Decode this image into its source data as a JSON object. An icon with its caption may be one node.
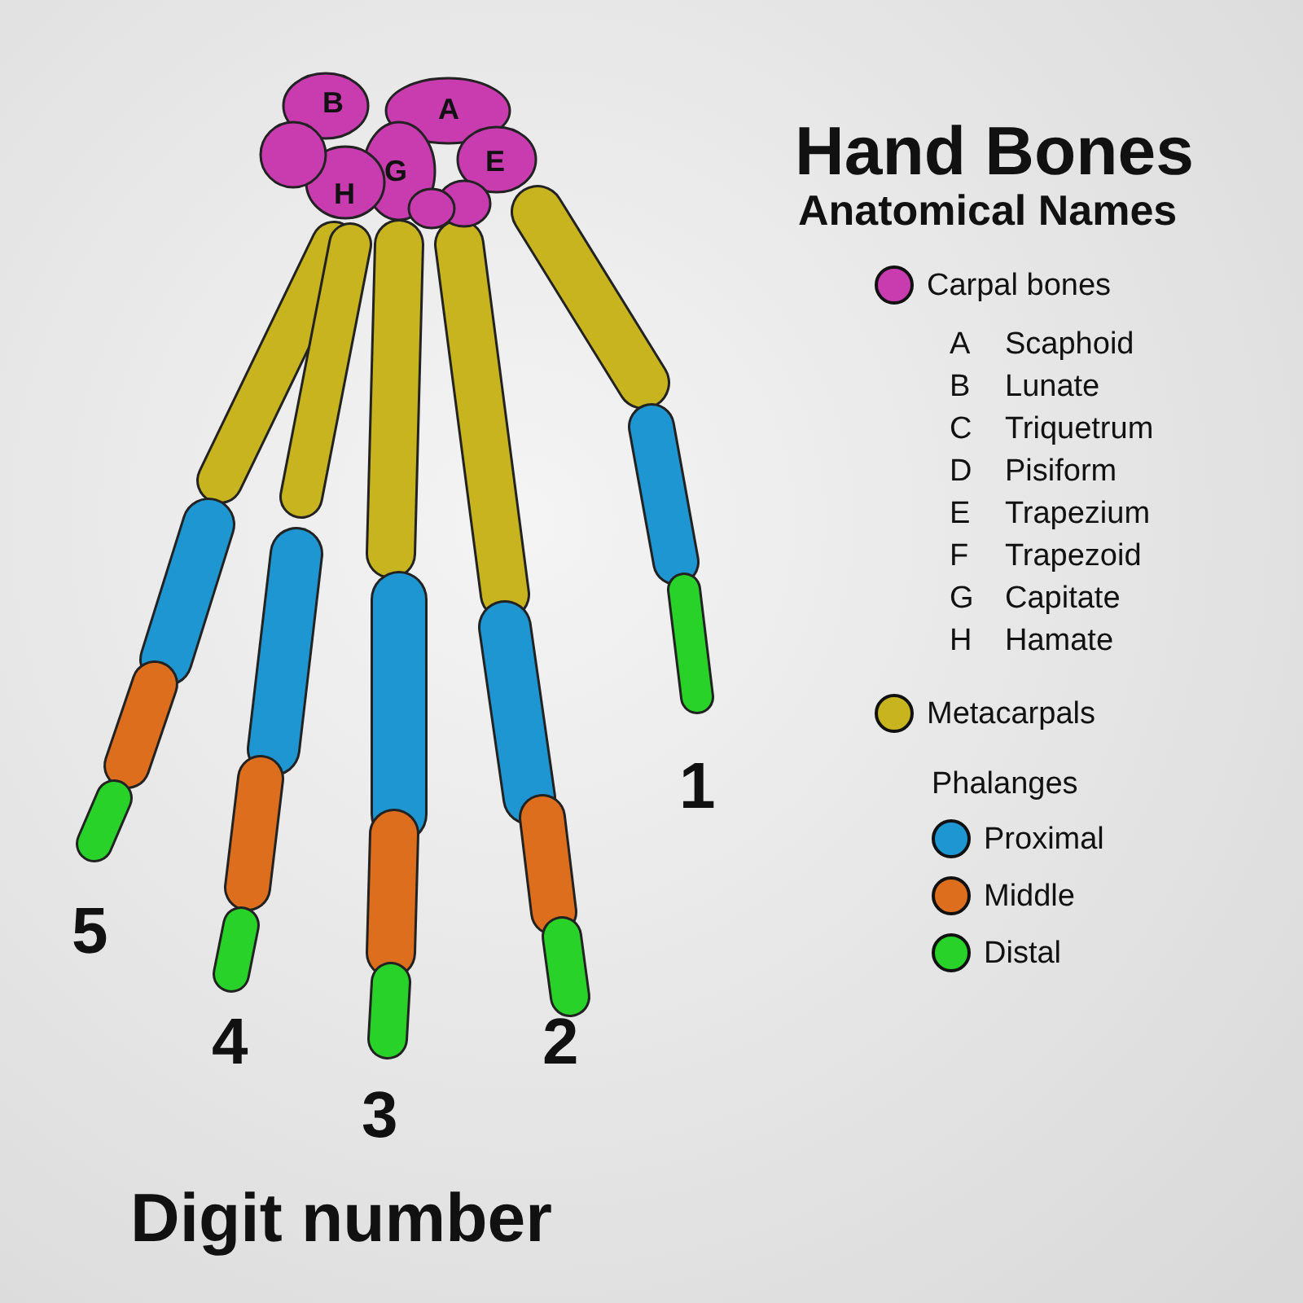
{
  "diagram": {
    "title": "Hand Bones",
    "labels": [
      "Anatomical Names",
      "B",
      "A",
      "E",
      "G",
      "H",
      "A",
      "Scaphoid",
      "B",
      "Lunate",
      "C",
      "Triquetrum",
      "D",
      "Pisiform",
      "E",
      "Trapezium",
      "F",
      "Trapezoid",
      "G",
      "Capitate",
      "H",
      "Hamate",
      "Phalanges",
      "1",
      "5",
      "4",
      "2",
      "3",
      "Digit number"
    ],
    "legend": [
      {
        "text": "Carpal bones",
        "color": "#c83cb0"
      },
      {
        "text": "Metacarpals",
        "color": "#c8b41e"
      },
      {
        "text": "Proximal",
        "color": "#1e96d2"
      },
      {
        "text": "Middle",
        "color": "#dc6e1e"
      },
      {
        "text": "Distal",
        "color": "#28d228"
      }
    ]
  }
}
